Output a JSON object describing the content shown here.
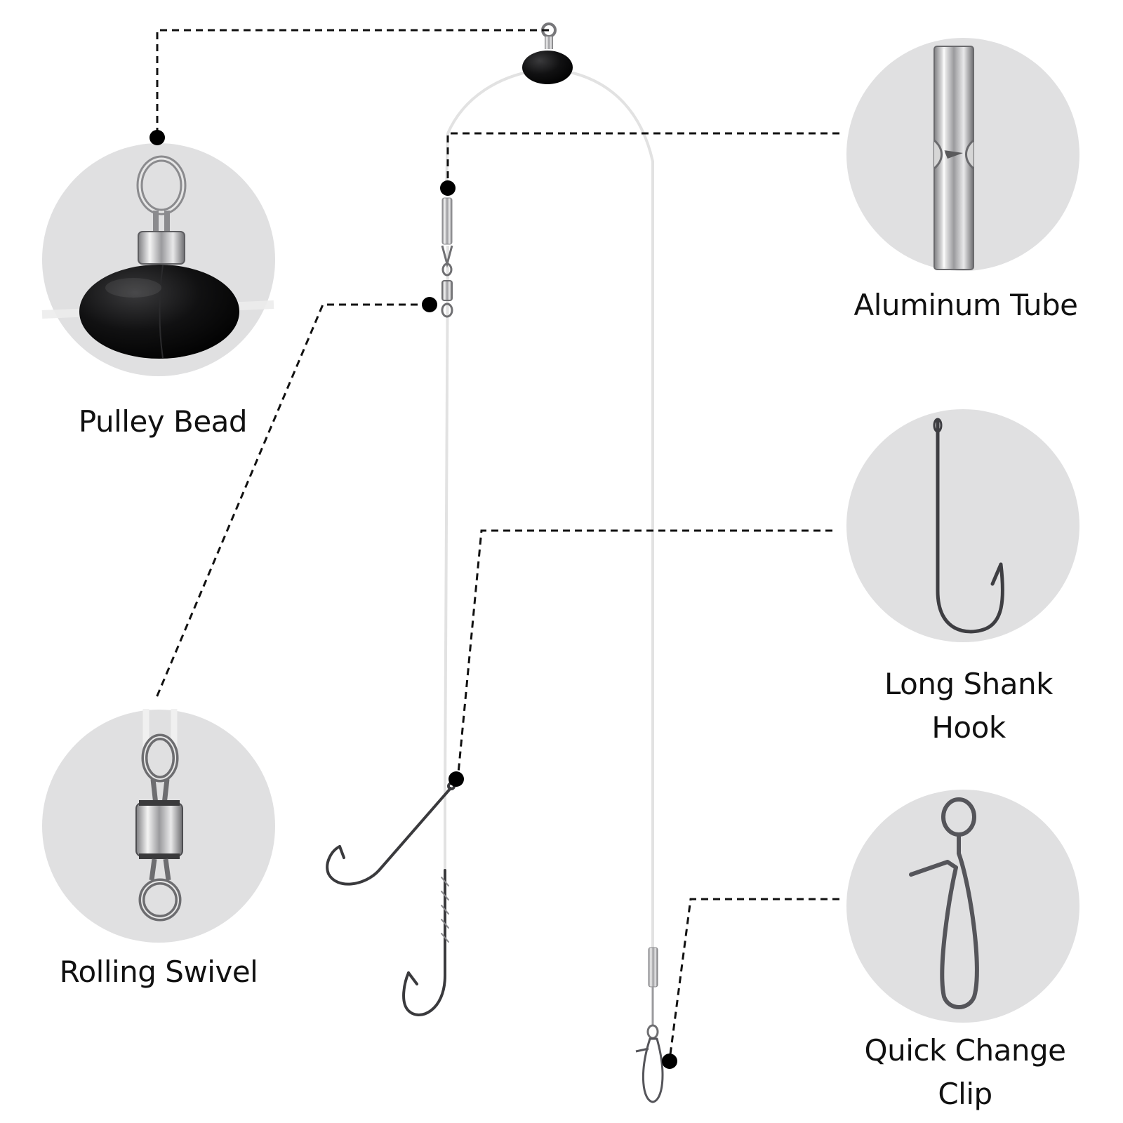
{
  "labels": {
    "pulley_bead": "Pulley Bead",
    "aluminum_tube": "Aluminum Tube",
    "rolling_swivel": "Rolling Swivel",
    "long_shank_hook_line1": "Long Shank",
    "long_shank_hook_line2": "Hook",
    "quick_change_clip_line1": "Quick Change",
    "quick_change_clip_line2": "Clip"
  },
  "colors": {
    "circle_fill": "#e0e0e1",
    "leader_line": "#111111",
    "fishing_line": "#e4e4e4",
    "metal": "#6f6f72",
    "bead": "#0b0b0c"
  }
}
